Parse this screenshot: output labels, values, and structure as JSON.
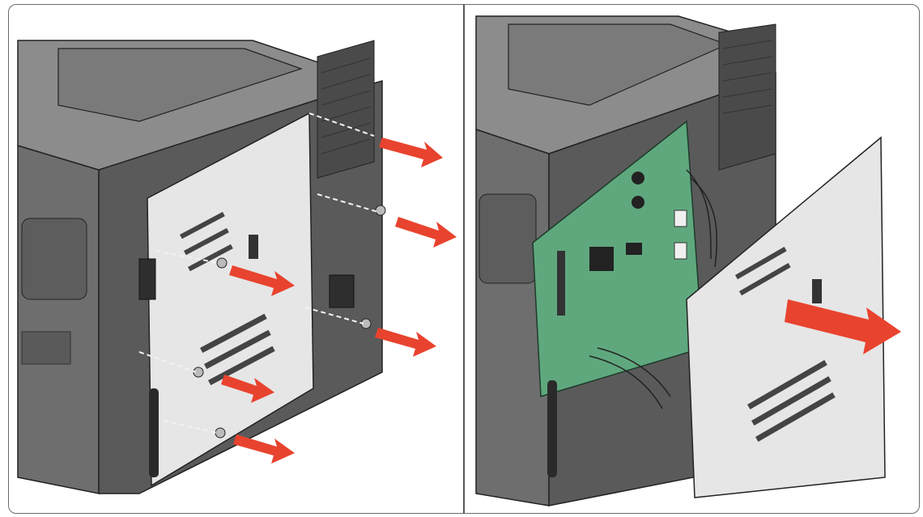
{
  "figure": {
    "panels": [
      {
        "step": "remove-screws",
        "arrow_count": 6
      },
      {
        "step": "remove-cover-panel",
        "arrow_count": 1
      }
    ],
    "colors": {
      "printer_body": "#6e6e6e",
      "printer_dark": "#4a4a4a",
      "printer_light": "#8c8c8c",
      "cover_panel": "#e6e6e6",
      "circuit_board": "#5fa87e",
      "arrow": "#e8432e",
      "outline": "#222222",
      "frame": "#6b6b6b"
    },
    "icons": [
      "printer-icon",
      "screw-icon",
      "red-arrow-icon",
      "circuit-board-icon",
      "antenna-icon"
    ]
  }
}
